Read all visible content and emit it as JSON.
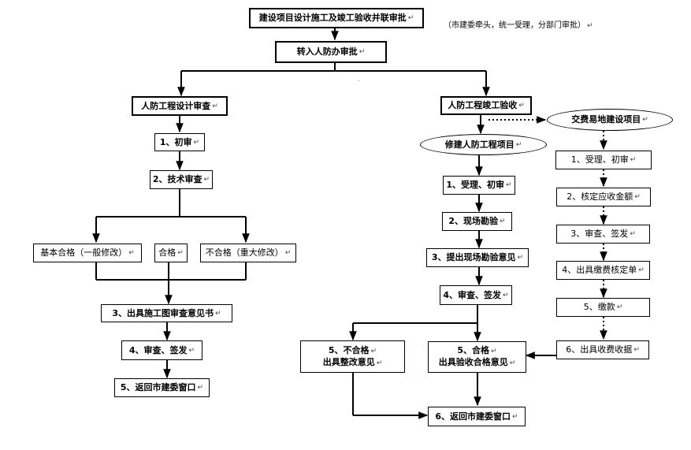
{
  "header": {
    "title": "建设项目设计施工及竣工验收并联审批",
    "note": "（市建委牵头，统一受理，分部门审批）",
    "transfer": "转入人防办审批"
  },
  "design": {
    "title": "人防工程设计审查",
    "step1": "1、初审",
    "step2": "2、技术审查",
    "outcome_basic": "基本合格（一般修改）",
    "outcome_pass": "合格",
    "outcome_fail": "不合格（重大修改）",
    "step3": "3、出具施工图审查意见书",
    "step4": "4、审查、签发",
    "step5": "5、返回市建委窗口"
  },
  "acceptance": {
    "title": "人防工程竣工验收",
    "build_project": "修建人防工程项目",
    "step1": "1、受理、初审",
    "step2": "2、现场勘验",
    "step3": "3、提出现场勘验意见",
    "step4": "4、审查、签发",
    "fail_line1": "5、不合格",
    "fail_line2": "出具整改意见",
    "pass_line1": "5、合格",
    "pass_line2": "出具验收合格意见",
    "step6": "6、返回市建委窗口"
  },
  "fee": {
    "title": "交费易地建设项目",
    "step1": "1、受理、初审",
    "step2": "2、核定应收金额",
    "step3": "3、审查、签发",
    "step4": "4、出具缴费核定单",
    "step5": "5、缴款",
    "step6": "6、出具收费收据"
  },
  "paragraph_mark": "↵"
}
